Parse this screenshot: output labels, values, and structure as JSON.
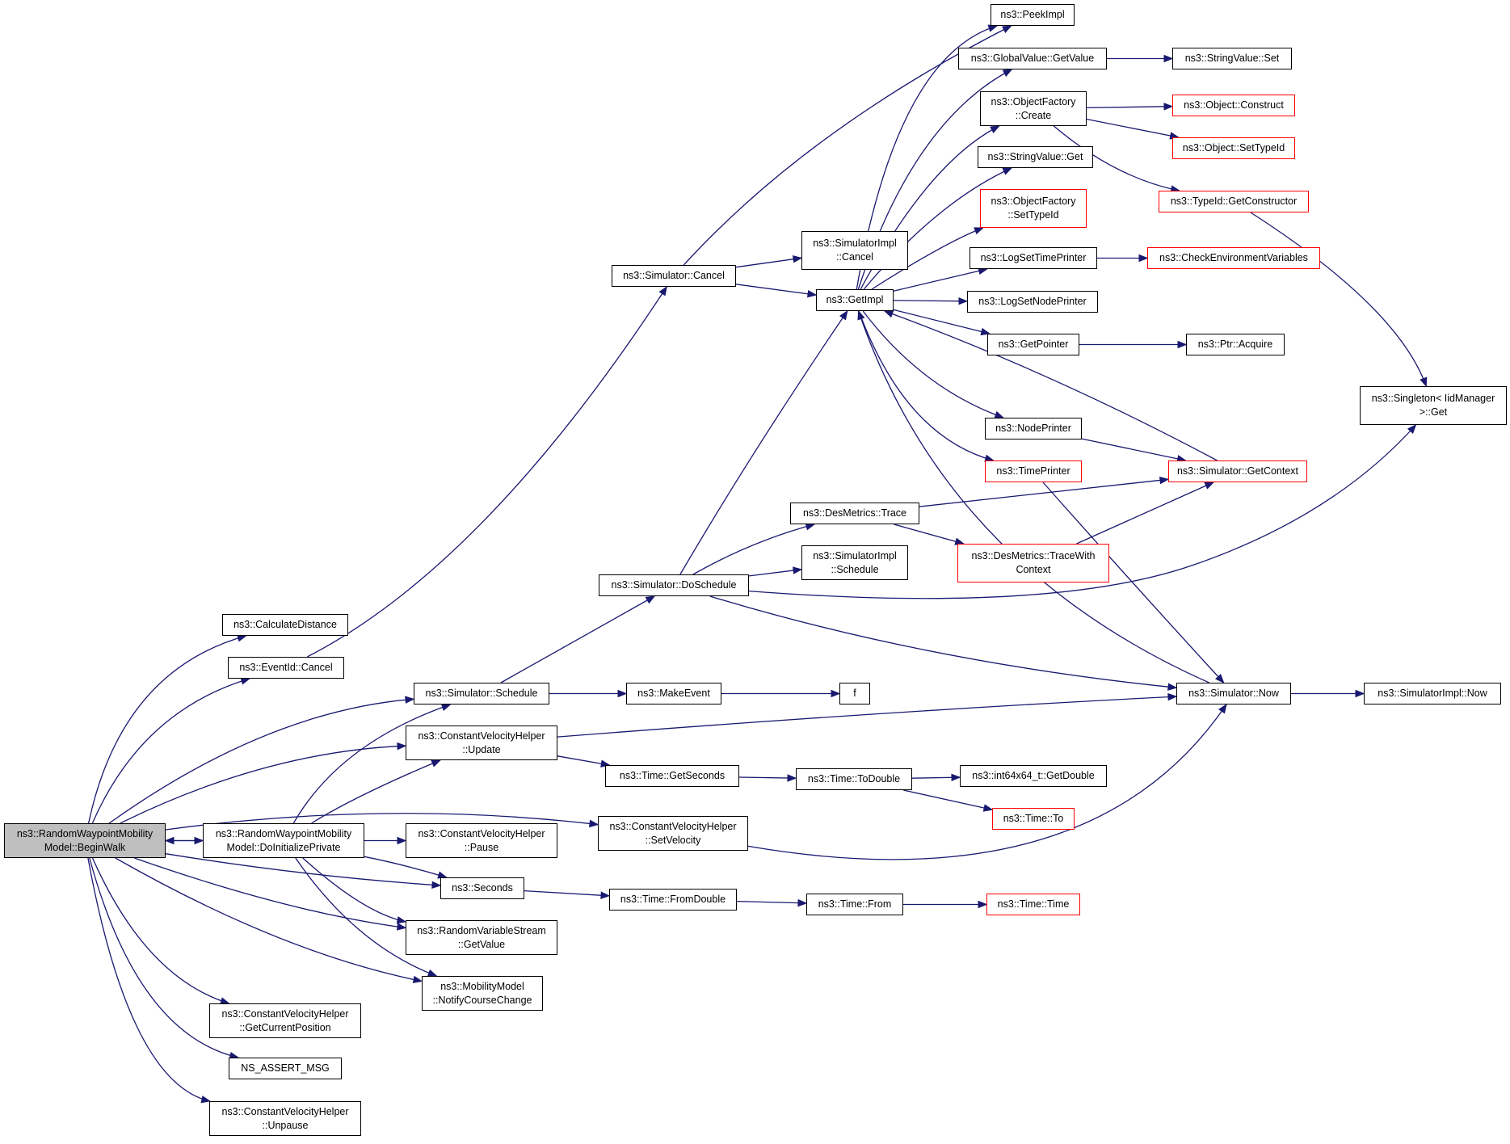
{
  "colors": {
    "edge": "#191970",
    "node_border": "#000000",
    "incomplete_border": "#ff0000",
    "focus_fill": "#bfbfbf"
  },
  "nodes": [
    {
      "id": "begin",
      "label": "ns3::RandomWaypointMobility\nModel::BeginWalk",
      "style": "focus"
    },
    {
      "id": "calcdist",
      "label": "ns3::CalculateDistance",
      "style": "normal"
    },
    {
      "id": "evcancel",
      "label": "ns3::EventId::Cancel",
      "style": "normal"
    },
    {
      "id": "sched",
      "label": "ns3::Simulator::Schedule",
      "style": "normal"
    },
    {
      "id": "cvupdate",
      "label": "ns3::ConstantVelocityHelper\n::Update",
      "style": "normal"
    },
    {
      "id": "doinit",
      "label": "ns3::RandomWaypointMobility\nModel::DoInitializePrivate",
      "style": "normal"
    },
    {
      "id": "cvpause",
      "label": "ns3::ConstantVelocityHelper\n::Pause",
      "style": "normal"
    },
    {
      "id": "seconds",
      "label": "ns3::Seconds",
      "style": "normal"
    },
    {
      "id": "rvsget",
      "label": "ns3::RandomVariableStream\n::GetValue",
      "style": "normal"
    },
    {
      "id": "notify",
      "label": "ns3::MobilityModel\n::NotifyCourseChange",
      "style": "normal"
    },
    {
      "id": "cvgetpos",
      "label": "ns3::ConstantVelocityHelper\n::GetCurrentPosition",
      "style": "normal"
    },
    {
      "id": "nsassert",
      "label": "NS_ASSERT_MSG",
      "style": "normal"
    },
    {
      "id": "cvunpause",
      "label": "ns3::ConstantVelocityHelper\n::Unpause",
      "style": "normal"
    },
    {
      "id": "simcancel",
      "label": "ns3::Simulator::Cancel",
      "style": "normal"
    },
    {
      "id": "doschedule",
      "label": "ns3::Simulator::DoSchedule",
      "style": "normal"
    },
    {
      "id": "makeevent",
      "label": "ns3::MakeEvent",
      "style": "normal"
    },
    {
      "id": "getseconds",
      "label": "ns3::Time::GetSeconds",
      "style": "normal"
    },
    {
      "id": "setvel",
      "label": "ns3::ConstantVelocityHelper\n::SetVelocity",
      "style": "normal"
    },
    {
      "id": "fromdouble",
      "label": "ns3::Time::FromDouble",
      "style": "normal"
    },
    {
      "id": "implcancel",
      "label": "ns3::SimulatorImpl\n::Cancel",
      "style": "normal"
    },
    {
      "id": "getimpl",
      "label": "ns3::GetImpl",
      "style": "normal"
    },
    {
      "id": "dmtrace",
      "label": "ns3::DesMetrics::Trace",
      "style": "normal"
    },
    {
      "id": "implsched",
      "label": "ns3::SimulatorImpl\n::Schedule",
      "style": "normal"
    },
    {
      "id": "f",
      "label": "f",
      "style": "normal"
    },
    {
      "id": "todouble",
      "label": "ns3::Time::ToDouble",
      "style": "normal"
    },
    {
      "id": "from",
      "label": "ns3::Time::From",
      "style": "normal"
    },
    {
      "id": "peek",
      "label": "ns3::PeekImpl",
      "style": "normal"
    },
    {
      "id": "gvget",
      "label": "ns3::GlobalValue::GetValue",
      "style": "normal"
    },
    {
      "id": "ofcreate",
      "label": "ns3::ObjectFactory\n::Create",
      "style": "normal"
    },
    {
      "id": "svget",
      "label": "ns3::StringValue::Get",
      "style": "normal"
    },
    {
      "id": "ofset",
      "label": "ns3::ObjectFactory\n::SetTypeId",
      "style": "red"
    },
    {
      "id": "logtime",
      "label": "ns3::LogSetTimePrinter",
      "style": "normal"
    },
    {
      "id": "lognode",
      "label": "ns3::LogSetNodePrinter",
      "style": "normal"
    },
    {
      "id": "getptr",
      "label": "ns3::GetPointer",
      "style": "normal"
    },
    {
      "id": "nodeprn",
      "label": "ns3::NodePrinter",
      "style": "normal"
    },
    {
      "id": "timeprn",
      "label": "ns3::TimePrinter",
      "style": "red"
    },
    {
      "id": "tracectx",
      "label": "ns3::DesMetrics::TraceWith\nContext",
      "style": "red"
    },
    {
      "id": "now",
      "label": "ns3::Simulator::Now",
      "style": "normal"
    },
    {
      "id": "i64",
      "label": "ns3::int64x64_t::GetDouble",
      "style": "normal"
    },
    {
      "id": "timeto",
      "label": "ns3::Time::To",
      "style": "red"
    },
    {
      "id": "time",
      "label": "ns3::Time::Time",
      "style": "red"
    },
    {
      "id": "svset",
      "label": "ns3::StringValue::Set",
      "style": "normal"
    },
    {
      "id": "objcons",
      "label": "ns3::Object::Construct",
      "style": "red"
    },
    {
      "id": "objset",
      "label": "ns3::Object::SetTypeId",
      "style": "red"
    },
    {
      "id": "getctor",
      "label": "ns3::TypeId::GetConstructor",
      "style": "red"
    },
    {
      "id": "checkenv",
      "label": "ns3::CheckEnvironmentVariables",
      "style": "red"
    },
    {
      "id": "acquire",
      "label": "ns3::Ptr::Acquire",
      "style": "normal"
    },
    {
      "id": "getctx",
      "label": "ns3::Simulator::GetContext",
      "style": "red"
    },
    {
      "id": "implnow",
      "label": "ns3::SimulatorImpl::Now",
      "style": "normal"
    },
    {
      "id": "singleton",
      "label": "ns3::Singleton< IidManager\n>::Get",
      "style": "normal"
    }
  ],
  "edges": [
    [
      "begin",
      "calcdist"
    ],
    [
      "begin",
      "evcancel"
    ],
    [
      "begin",
      "sched"
    ],
    [
      "begin",
      "cvupdate"
    ],
    [
      "begin",
      "doinit"
    ],
    [
      "begin",
      "setvel"
    ],
    [
      "begin",
      "seconds"
    ],
    [
      "begin",
      "rvsget"
    ],
    [
      "begin",
      "notify"
    ],
    [
      "begin",
      "cvgetpos"
    ],
    [
      "begin",
      "nsassert"
    ],
    [
      "begin",
      "cvunpause"
    ],
    [
      "doinit",
      "begin"
    ],
    [
      "doinit",
      "sched"
    ],
    [
      "doinit",
      "cvupdate"
    ],
    [
      "doinit",
      "cvpause"
    ],
    [
      "doinit",
      "seconds"
    ],
    [
      "doinit",
      "rvsget"
    ],
    [
      "doinit",
      "notify"
    ],
    [
      "evcancel",
      "simcancel"
    ],
    [
      "sched",
      "doschedule"
    ],
    [
      "sched",
      "makeevent"
    ],
    [
      "cvupdate",
      "now"
    ],
    [
      "cvupdate",
      "getseconds"
    ],
    [
      "seconds",
      "fromdouble"
    ],
    [
      "setvel",
      "now"
    ],
    [
      "simcancel",
      "peek"
    ],
    [
      "simcancel",
      "implcancel"
    ],
    [
      "simcancel",
      "getimpl"
    ],
    [
      "doschedule",
      "getimpl"
    ],
    [
      "doschedule",
      "dmtrace"
    ],
    [
      "doschedule",
      "implsched"
    ],
    [
      "doschedule",
      "singleton"
    ],
    [
      "doschedule",
      "now"
    ],
    [
      "makeevent",
      "f"
    ],
    [
      "getseconds",
      "todouble"
    ],
    [
      "todouble",
      "i64"
    ],
    [
      "todouble",
      "timeto"
    ],
    [
      "fromdouble",
      "from"
    ],
    [
      "from",
      "time"
    ],
    [
      "getimpl",
      "peek"
    ],
    [
      "getimpl",
      "gvget"
    ],
    [
      "getimpl",
      "ofcreate"
    ],
    [
      "getimpl",
      "svget"
    ],
    [
      "getimpl",
      "ofset"
    ],
    [
      "getimpl",
      "logtime"
    ],
    [
      "getimpl",
      "lognode"
    ],
    [
      "getimpl",
      "getptr"
    ],
    [
      "getimpl",
      "nodeprn"
    ],
    [
      "getimpl",
      "timeprn"
    ],
    [
      "gvget",
      "svset"
    ],
    [
      "ofcreate",
      "objcons"
    ],
    [
      "ofcreate",
      "objset"
    ],
    [
      "ofcreate",
      "getctor"
    ],
    [
      "logtime",
      "checkenv"
    ],
    [
      "getptr",
      "acquire"
    ],
    [
      "nodeprn",
      "getctx"
    ],
    [
      "timeprn",
      "now"
    ],
    [
      "getctx",
      "getimpl"
    ],
    [
      "now",
      "getimpl"
    ],
    [
      "now",
      "implnow"
    ],
    [
      "dmtrace",
      "getctx"
    ],
    [
      "dmtrace",
      "tracectx"
    ],
    [
      "tracectx",
      "getctx"
    ],
    [
      "getctor",
      "singleton"
    ]
  ]
}
